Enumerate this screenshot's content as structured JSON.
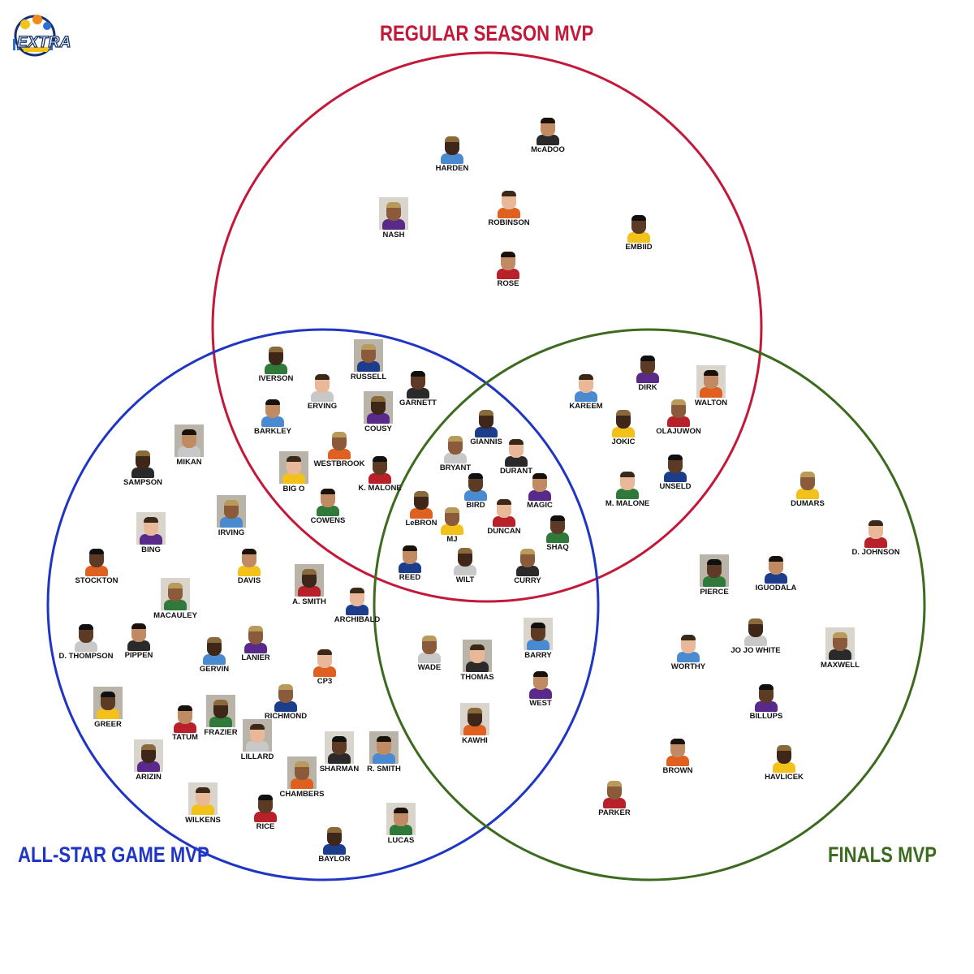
{
  "logo": {
    "text": "EXTRA",
    "colors": {
      "ring": "#14336e",
      "fill": "#f4c21c",
      "ball": "#f08a1c",
      "stripes": "#2f6fcf"
    }
  },
  "sets": {
    "regular": {
      "label": "REGULAR SEASON MVP",
      "color": "#c4183a"
    },
    "allstar": {
      "label": "ALL-STAR GAME MVP",
      "color": "#1f35c4"
    },
    "finals": {
      "label": "FINALS MVP",
      "color": "#3c6b1f"
    }
  },
  "players": [
    {
      "name": "McADOO",
      "region": "regular"
    },
    {
      "name": "HARDEN",
      "region": "regular"
    },
    {
      "name": "NASH",
      "region": "regular"
    },
    {
      "name": "ROBINSON",
      "region": "regular"
    },
    {
      "name": "EMBIID",
      "region": "regular"
    },
    {
      "name": "ROSE",
      "region": "regular"
    },
    {
      "name": "IVERSON",
      "region": "regular+allstar"
    },
    {
      "name": "RUSSELL",
      "region": "regular+allstar"
    },
    {
      "name": "ERVING",
      "region": "regular+allstar"
    },
    {
      "name": "GARNETT",
      "region": "regular+allstar"
    },
    {
      "name": "BARKLEY",
      "region": "regular+allstar"
    },
    {
      "name": "COUSY",
      "region": "regular+allstar"
    },
    {
      "name": "WESTBROOK",
      "region": "regular+allstar"
    },
    {
      "name": "BIG O",
      "region": "regular+allstar"
    },
    {
      "name": "K. MALONE",
      "region": "regular+allstar"
    },
    {
      "name": "COWENS",
      "region": "regular+allstar"
    },
    {
      "name": "GIANNIS",
      "region": "all-three"
    },
    {
      "name": "BRYANT",
      "region": "all-three"
    },
    {
      "name": "DURANT",
      "region": "all-three"
    },
    {
      "name": "BIRD",
      "region": "all-three"
    },
    {
      "name": "MAGIC",
      "region": "all-three"
    },
    {
      "name": "LeBRON",
      "region": "all-three"
    },
    {
      "name": "MJ",
      "region": "all-three"
    },
    {
      "name": "DUNCAN",
      "region": "all-three"
    },
    {
      "name": "SHAQ",
      "region": "all-three"
    },
    {
      "name": "REED",
      "region": "all-three"
    },
    {
      "name": "WILT",
      "region": "all-three"
    },
    {
      "name": "CURRY",
      "region": "all-three"
    },
    {
      "name": "KAREEM",
      "region": "regular+finals"
    },
    {
      "name": "DIRK",
      "region": "regular+finals"
    },
    {
      "name": "WALTON",
      "region": "regular+finals"
    },
    {
      "name": "JOKIC",
      "region": "regular+finals"
    },
    {
      "name": "OLAJUWON",
      "region": "regular+finals"
    },
    {
      "name": "M. MALONE",
      "region": "regular+finals"
    },
    {
      "name": "UNSELD",
      "region": "regular+finals"
    },
    {
      "name": "MIKAN",
      "region": "allstar"
    },
    {
      "name": "SAMPSON",
      "region": "allstar"
    },
    {
      "name": "IRVING",
      "region": "allstar"
    },
    {
      "name": "BING",
      "region": "allstar"
    },
    {
      "name": "STOCKTON",
      "region": "allstar"
    },
    {
      "name": "DAVIS",
      "region": "allstar"
    },
    {
      "name": "A.  SMITH",
      "region": "allstar"
    },
    {
      "name": "MACAULEY",
      "region": "allstar"
    },
    {
      "name": "ARCHIBALD",
      "region": "allstar"
    },
    {
      "name": "D. THOMPSON",
      "region": "allstar"
    },
    {
      "name": "PIPPEN",
      "region": "allstar"
    },
    {
      "name": "GERVIN",
      "region": "allstar"
    },
    {
      "name": "LANIER",
      "region": "allstar"
    },
    {
      "name": "CP3",
      "region": "allstar"
    },
    {
      "name": "GREER",
      "region": "allstar"
    },
    {
      "name": "TATUM",
      "region": "allstar"
    },
    {
      "name": "FRAZIER",
      "region": "allstar"
    },
    {
      "name": "RICHMOND",
      "region": "allstar"
    },
    {
      "name": "LILLARD",
      "region": "allstar"
    },
    {
      "name": "SHARMAN",
      "region": "allstar"
    },
    {
      "name": "R. SMITH",
      "region": "allstar"
    },
    {
      "name": "ARIZIN",
      "region": "allstar"
    },
    {
      "name": "CHAMBERS",
      "region": "allstar"
    },
    {
      "name": "WILKENS",
      "region": "allstar"
    },
    {
      "name": "RICE",
      "region": "allstar"
    },
    {
      "name": "LUCAS",
      "region": "allstar"
    },
    {
      "name": "BAYLOR",
      "region": "allstar"
    },
    {
      "name": "WADE",
      "region": "allstar+finals"
    },
    {
      "name": "THOMAS",
      "region": "allstar+finals"
    },
    {
      "name": "BARRY",
      "region": "allstar+finals"
    },
    {
      "name": "WEST",
      "region": "allstar+finals"
    },
    {
      "name": "KAWHI",
      "region": "allstar+finals"
    },
    {
      "name": "DUMARS",
      "region": "finals"
    },
    {
      "name": "D. JOHNSON",
      "region": "finals"
    },
    {
      "name": "PIERCE",
      "region": "finals"
    },
    {
      "name": "IGUODALA",
      "region": "finals"
    },
    {
      "name": "JO JO WHITE",
      "region": "finals"
    },
    {
      "name": "MAXWELL",
      "region": "finals"
    },
    {
      "name": "WORTHY",
      "region": "finals"
    },
    {
      "name": "BILLUPS",
      "region": "finals"
    },
    {
      "name": "BROWN",
      "region": "finals"
    },
    {
      "name": "HAVLICEK",
      "region": "finals"
    },
    {
      "name": "PARKER",
      "region": "finals"
    }
  ]
}
